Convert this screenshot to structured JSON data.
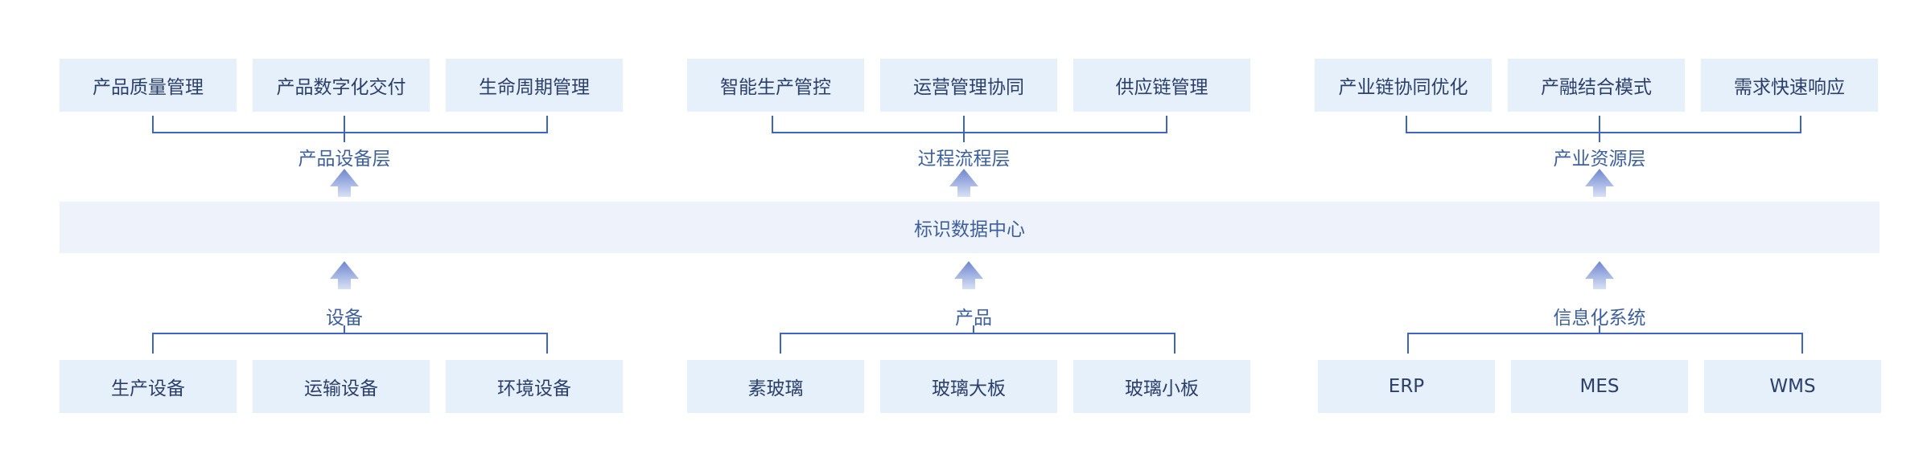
{
  "top_groups": [
    {
      "items": [
        "产品质量管理",
        "产品数字化交付",
        "生命周期管理"
      ],
      "layer_label": "产品设备层"
    },
    {
      "items": [
        "智能生产管控",
        "运营管理协同",
        "供应链管理"
      ],
      "layer_label": "过程流程层"
    },
    {
      "items": [
        "产业链协同优化",
        "产融结合模式",
        "需求快速响应"
      ],
      "layer_label": "产业资源层"
    }
  ],
  "center": {
    "label": "标识数据中心"
  },
  "bottom_groups": [
    {
      "category": "设备",
      "items": [
        "生产设备",
        "运输设备",
        "环境设备"
      ]
    },
    {
      "category": "产品",
      "items": [
        "素玻璃",
        "玻璃大板",
        "玻璃小板"
      ]
    },
    {
      "category": "信息化系统",
      "items": [
        "ERP",
        "MES",
        "WMS"
      ]
    }
  ],
  "colors": {
    "box_bg": "#e6f0fb",
    "band_bg": "#eef3fb",
    "line": "#3d64c8",
    "text": "#3d5f9e"
  }
}
